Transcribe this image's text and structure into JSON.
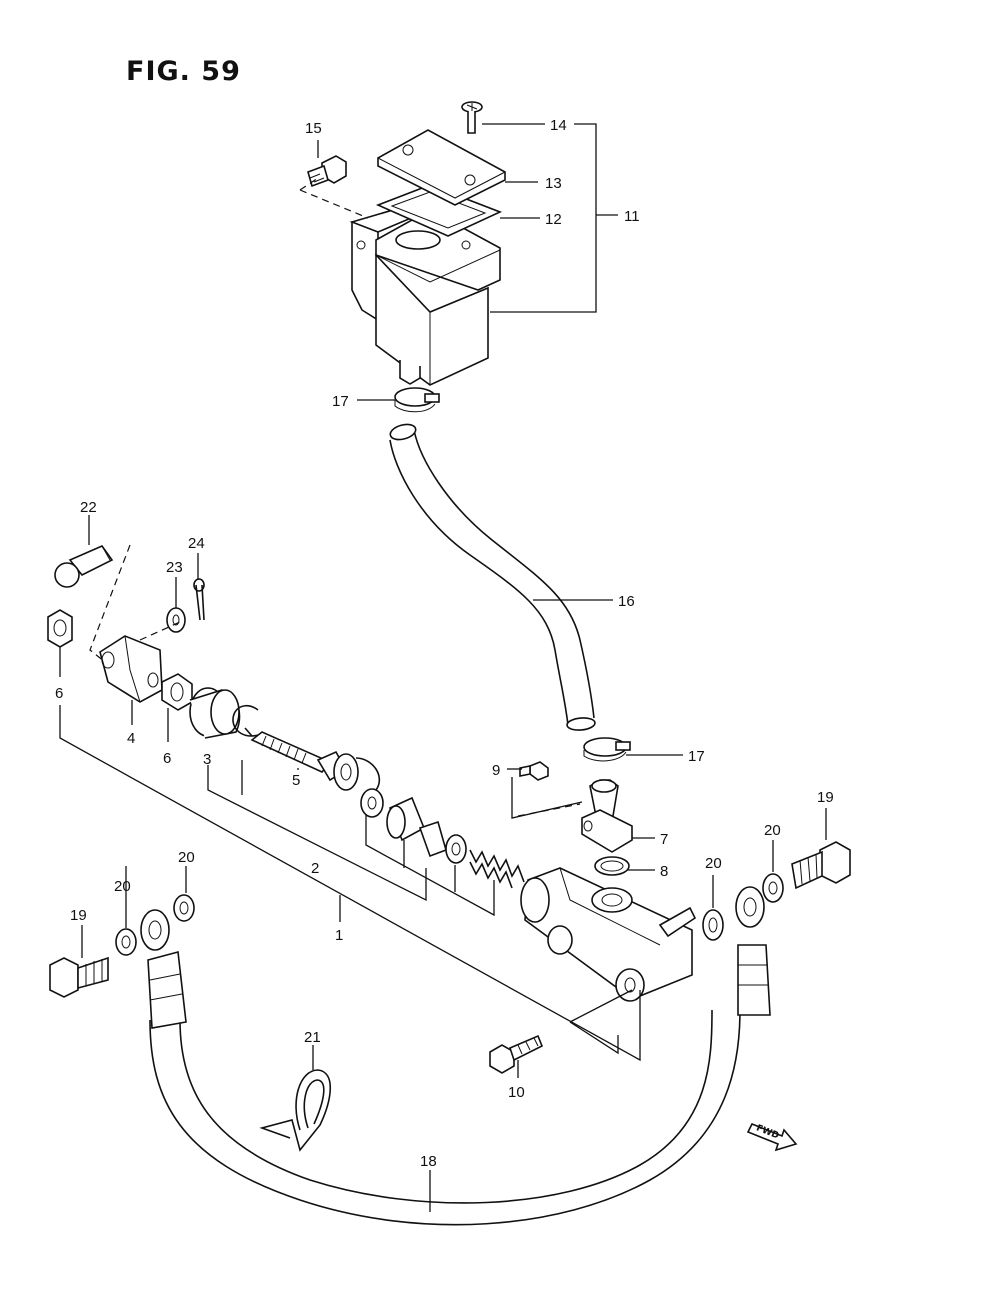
{
  "figure": {
    "title": "FIG. 59"
  },
  "labels": {
    "p1": "1",
    "p2": "2",
    "p3": "3",
    "p4": "4",
    "p5": "5",
    "p6a": "6",
    "p6b": "6",
    "p7": "7",
    "p8": "8",
    "p9": "9",
    "p10": "10",
    "p11": "11",
    "p12": "12",
    "p13": "13",
    "p14": "14",
    "p15": "15",
    "p16": "16",
    "p17a": "17",
    "p17b": "17",
    "p18": "18",
    "p19a": "19",
    "p19b": "19",
    "p20a": "20",
    "p20b": "20",
    "p20c": "20",
    "p20d": "20",
    "p21": "21",
    "p22": "22",
    "p23": "23",
    "p24": "24"
  },
  "direction_indicator": {
    "text": "FWD"
  }
}
